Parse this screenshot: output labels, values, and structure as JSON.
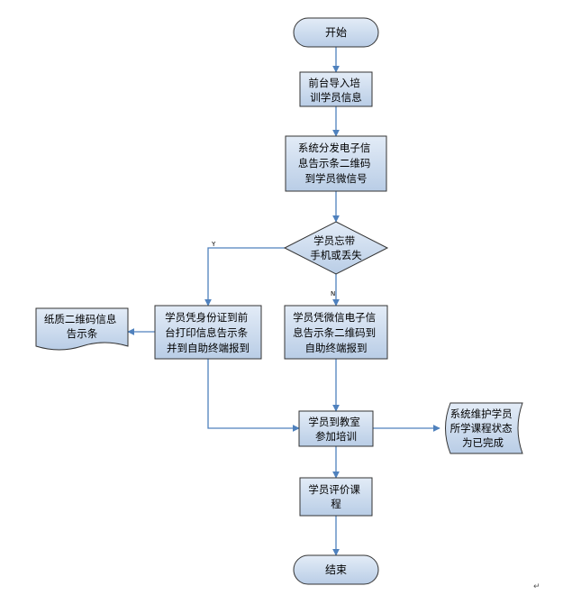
{
  "diagram": {
    "start": "开始",
    "import_info": [
      "前台导入培",
      "训学员信息"
    ],
    "send_qr": [
      "系统分发电子信",
      "息告示条二维码",
      "到学员微信号"
    ],
    "decision": [
      "学员忘带",
      "手机或丢失"
    ],
    "branch_yes_label": "Y",
    "branch_no_label": "N",
    "id_checkin": [
      "学员凭身份证到前",
      "台打印信息告示条",
      "并到自助终端报到"
    ],
    "wechat_checkin": [
      "学员凭微信电子信",
      "息告示条二维码到",
      "自助终端报到"
    ],
    "paper_qr": [
      "纸质二维码信息",
      "告示条"
    ],
    "attend_training": [
      "学员到教室",
      "参加培训"
    ],
    "maintain_status": [
      "系统维护学员",
      "所学课程状态",
      "为已完成"
    ],
    "evaluate_course": [
      "学员评价课",
      "程"
    ],
    "end": "结束",
    "paragraph_mark": "↵"
  },
  "colors": {
    "node_fill_top": "#e3ecf7",
    "node_fill_bottom": "#b9cde6",
    "node_stroke": "#333333",
    "connector": "#4f81bd",
    "text": "#000000"
  }
}
